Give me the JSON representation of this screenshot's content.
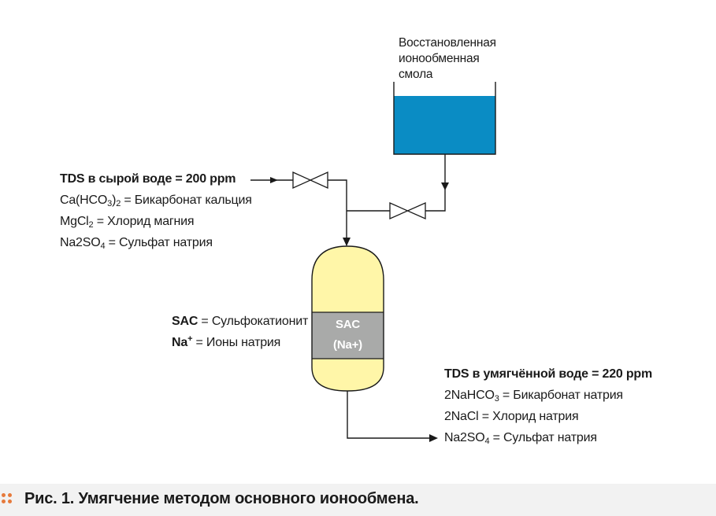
{
  "tank": {
    "label_lines": [
      "Восстановленная",
      "ионообменная",
      "смола"
    ],
    "fill_color": "#0a8cc4"
  },
  "raw_water": {
    "title": "TDS в сырой воде = 200 ppm",
    "items": [
      {
        "formula_main": "Ca(HCO",
        "formula_sub1": "3",
        "formula_mid": ")",
        "formula_sub2": "2",
        "desc": " = Бикарбонат кальция"
      },
      {
        "formula_main": "MgCl",
        "formula_sub1": "2",
        "formula_mid": "",
        "formula_sub2": "",
        "desc": " = Хлорид магния"
      },
      {
        "formula_main": "Na2SO",
        "formula_sub1": "4",
        "formula_mid": "",
        "formula_sub2": "",
        "desc": " = Сульфат натрия"
      }
    ]
  },
  "column": {
    "resin_line1": "SAC",
    "resin_line2": "(Na+)",
    "body_color": "#fff6a8",
    "resin_color": "#a9aaa9"
  },
  "legend": {
    "sac_key": "SAC",
    "sac_desc": " = Сульфокатионит",
    "na_key": "Na",
    "na_sup": "+",
    "na_desc": " = Ионы натрия"
  },
  "softened_water": {
    "title": "TDS в умягчённой воде = 220 ppm",
    "items": [
      {
        "formula_main": "2NaHCO",
        "formula_sub": "3",
        "desc": " = Бикарбонат натрия"
      },
      {
        "formula_main": "2NaCl",
        "formula_sub": "",
        "desc": " = Хлорид натрия"
      },
      {
        "formula_main": "Na2SO",
        "formula_sub": "4",
        "desc": " = Сульфат натрия"
      }
    ]
  },
  "caption": {
    "prefix": "Рис. 1.",
    "text": " Умягчение методом основного ионообмена.",
    "bullet_color": "#e67a3c"
  }
}
